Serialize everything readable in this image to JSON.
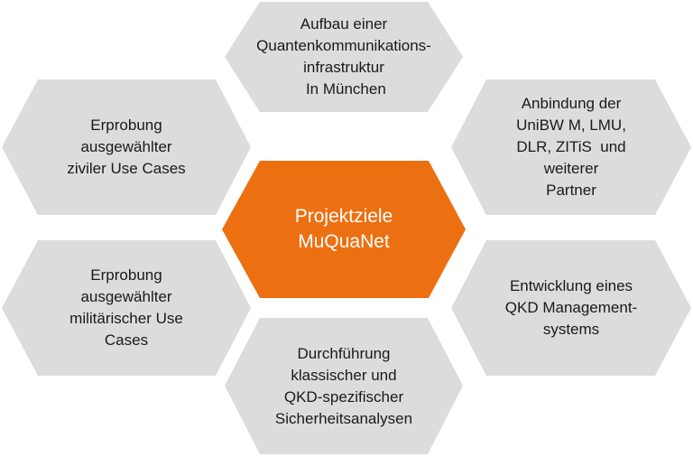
{
  "center": {
    "lines": [
      "Projektziele",
      "MuQuaNet"
    ],
    "color": "#ec7011"
  },
  "goals": {
    "top": {
      "lines": [
        "Aufbau einer",
        "Quantenkommunikations-",
        "infrastruktur",
        " In München"
      ]
    },
    "upper_left": {
      "lines": [
        "Erprobung",
        "ausgewählter",
        "ziviler Use Cases"
      ]
    },
    "upper_right": {
      "lines": [
        "Anbindung der",
        "UniBW M, LMU,",
        "DLR, ZITiS  und",
        "weiterer",
        "Partner"
      ]
    },
    "lower_left": {
      "lines": [
        "Erprobung",
        "ausgewählter",
        "militärischer Use",
        "Cases"
      ]
    },
    "lower_right": {
      "lines": [
        "Entwicklung eines",
        "QKD Management-",
        "systems"
      ]
    },
    "bottom": {
      "lines": [
        "Durchführung",
        "klassischer und",
        "QKD-spezifischer",
        "Sicherheitsanalysen"
      ]
    }
  },
  "hex_color": "#dcdcdc"
}
